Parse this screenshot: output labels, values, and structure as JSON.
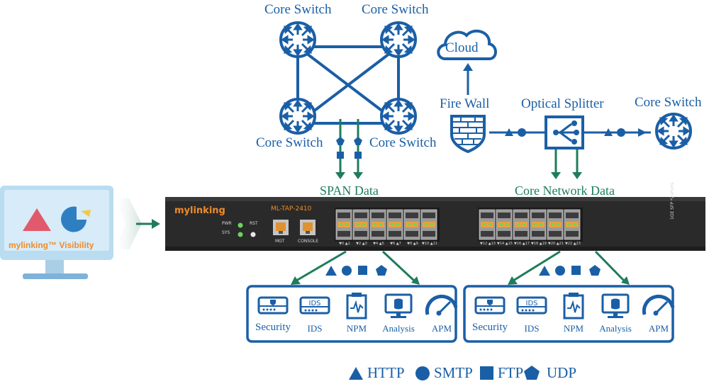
{
  "topology": {
    "core_switch_label": "Core Switch",
    "span_data_label": "SPAN Data",
    "core_network_data_label": "Core Network Data",
    "cloud_label": "Cloud",
    "firewall_label": "Fire Wall",
    "optical_splitter_label": "Optical Splitter"
  },
  "device": {
    "brand": "mylinking",
    "model": "ML-TAP-2410",
    "led_labels": [
      "PWR",
      "SYS"
    ],
    "rst_label": "RST",
    "port_labels": [
      "MGT",
      "CONSOLE"
    ],
    "side_text": "1GE SFP *24Ports",
    "port_numbers_left": [
      "▼0 ▲1",
      "▼2 ▲3",
      "▼4 ▲5",
      "▼6 ▲7",
      "▼8 ▲9",
      "▼10 ▲11"
    ],
    "port_numbers_right": [
      "▼12 ▲13",
      "▼14 ▲15",
      "▼16 ▲17",
      "▼18 ▲19",
      "▼20 ▲21",
      "▼22 ▲23"
    ]
  },
  "monitor": {
    "brand_label": "mylinking™ Visibility"
  },
  "tool_groups": [
    {
      "tools": [
        "Security",
        "IDS",
        "NPM",
        "Analysis",
        "APM"
      ]
    },
    {
      "tools": [
        "Security",
        "IDS",
        "NPM",
        "Analysis",
        "APM"
      ]
    }
  ],
  "ids_icon_text": "IDS",
  "legend": [
    {
      "shape": "triangle",
      "label": "HTTP"
    },
    {
      "shape": "circle",
      "label": "SMTP"
    },
    {
      "shape": "square",
      "label": "FTP"
    },
    {
      "shape": "pentagon",
      "label": "UDP"
    }
  ],
  "colors": {
    "blue": "#1a5fa6",
    "green": "#1e7d5a",
    "device_body": "#2b2b2b",
    "orange": "#ef8b2c"
  }
}
